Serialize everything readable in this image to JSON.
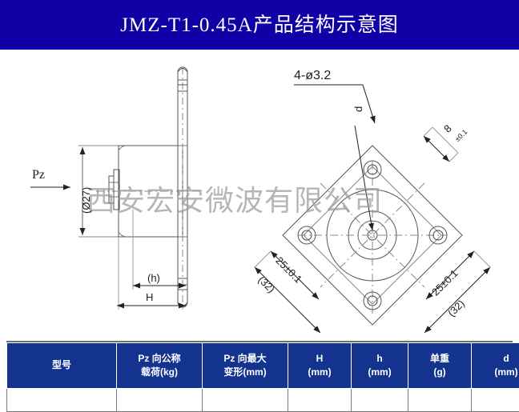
{
  "banner": {
    "title": "JMZ-T1-0.45A产品结构示意图",
    "background_color": "#1000a6",
    "text_color": "#ffffff"
  },
  "watermark": {
    "text": "西安宏安微波有限公司",
    "color": "#9a9a9a"
  },
  "drawing": {
    "side_view": {
      "name": "side-elevation-view",
      "labels": {
        "load_direction": "Pz",
        "diameter": "(Ø27)",
        "height_small": "(h)",
        "height_total": "H"
      }
    },
    "front_view": {
      "name": "front-plan-view",
      "labels": {
        "hole_callout": "4-ø3.2",
        "hole_diameter_ref": "d",
        "thickness": "8",
        "thickness_tolerance": "±0.1",
        "pitch_left": "25±0.1",
        "pitch_right": "25±0.1",
        "outline_left": "(32)",
        "outline_right": "(32)"
      }
    }
  },
  "table": {
    "headers": [
      {
        "line1": "型号",
        "line2": ""
      },
      {
        "line1": "Pz 向公称",
        "line2": "载荷(kg)"
      },
      {
        "line1": "Pz 向最大",
        "line2": "变形(mm)"
      },
      {
        "line1": "H",
        "line2": "(mm)"
      },
      {
        "line1": "h",
        "line2": "(mm)"
      },
      {
        "line1": "单重",
        "line2": "(g)"
      },
      {
        "line1": "d",
        "line2": "(mm)"
      }
    ],
    "rows": [
      [
        "",
        "",
        "",
        "",
        "",
        "",
        ""
      ]
    ],
    "header_color": "#13338f"
  }
}
